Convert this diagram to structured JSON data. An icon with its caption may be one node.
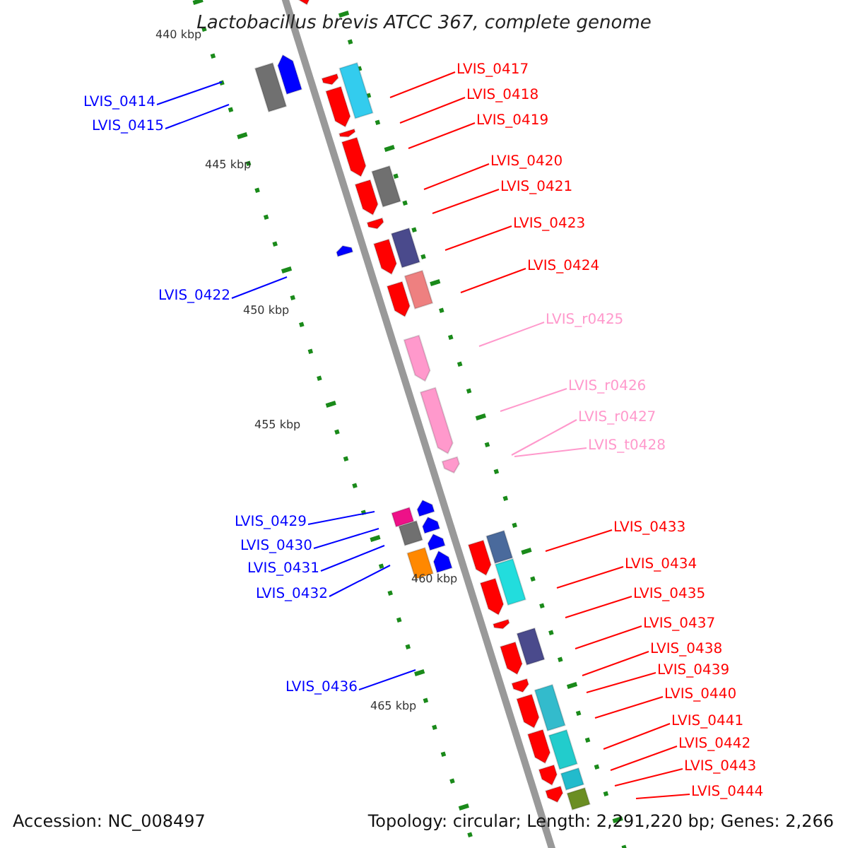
{
  "diagram": {
    "title": "Lactobacillus brevis ATCC 367, complete genome",
    "nodes": [
      {
        "text": [
          "LVIS_0414"
        ]
      },
      {
        "text": [
          "LVIS_0415"
        ]
      },
      {
        "text": [
          "LVIS_0417"
        ]
      },
      {
        "text": [
          "LVIS_0418"
        ]
      },
      {
        "text": [
          "LVIS_0419"
        ]
      },
      {
        "text": [
          "LVIS_0420"
        ]
      },
      {
        "text": [
          "LVIS_0421"
        ]
      },
      {
        "text": [
          "LVIS_0423"
        ]
      },
      {
        "text": [
          "LVIS_0424"
        ]
      },
      {
        "text": [
          "LVIS_0422"
        ]
      },
      {
        "text": [
          "LVIS_r0425"
        ]
      },
      {
        "text": [
          "LVIS_r0426"
        ]
      },
      {
        "text": [
          "LVIS_r0427"
        ]
      },
      {
        "text": [
          "LVIS_t0428"
        ]
      },
      {
        "text": [
          "LVIS_0429"
        ]
      },
      {
        "text": [
          "LVIS_0430"
        ]
      },
      {
        "text": [
          "LVIS_0431"
        ]
      },
      {
        "text": [
          "LVIS_0432"
        ]
      },
      {
        "text": [
          "LVIS_0433"
        ]
      },
      {
        "text": [
          "LVIS_0434"
        ]
      },
      {
        "text": [
          "LVIS_0435"
        ]
      },
      {
        "text": [
          "LVIS_0437"
        ]
      },
      {
        "text": [
          "LVIS_0438"
        ]
      },
      {
        "text": [
          "LVIS_0439"
        ]
      },
      {
        "text": [
          "LVIS_0436"
        ]
      },
      {
        "text": [
          "LVIS_0440"
        ]
      },
      {
        "text": [
          "LVIS_0441"
        ]
      },
      {
        "text": [
          "LVIS_0442"
        ]
      },
      {
        "text": [
          "LVIS_0443"
        ]
      },
      {
        "text": [
          "LVIS_0444"
        ]
      }
    ],
    "edges": [
      {
        "from": 0,
        "to": null,
        "arrow": "none",
        "color": "#0000ff"
      },
      {
        "from": 1,
        "to": null,
        "arrow": "none",
        "color": "#0000ff"
      },
      {
        "from": 2,
        "to": null,
        "arrow": "none"
      },
      {
        "from": 3,
        "to": null,
        "arrow": "none"
      },
      {
        "from": 4,
        "to": null,
        "arrow": "none"
      },
      {
        "from": 5,
        "to": null,
        "arrow": "none"
      },
      {
        "from": 6,
        "to": null,
        "arrow": "none"
      },
      {
        "from": 7,
        "to": null,
        "arrow": "none"
      },
      {
        "from": 8,
        "to": null,
        "arrow": "none"
      },
      {
        "from": 9,
        "to": null,
        "arrow": "none",
        "color": "#0000ff"
      },
      {
        "from": 10,
        "to": null,
        "arrow": "none",
        "color": "#ff99cc"
      },
      {
        "from": 11,
        "to": null,
        "arrow": "none",
        "color": "#ff99cc"
      },
      {
        "from": 12,
        "to": null,
        "arrow": "none",
        "color": "#ff99cc"
      },
      {
        "from": 13,
        "to": null,
        "arrow": "none",
        "color": "#ff99cc"
      },
      {
        "from": 14,
        "to": null,
        "arrow": "none",
        "color": "#0000ff"
      },
      {
        "from": 15,
        "to": null,
        "arrow": "none",
        "color": "#0000ff"
      },
      {
        "from": 16,
        "to": null,
        "arrow": "none",
        "color": "#0000ff"
      },
      {
        "from": 17,
        "to": null,
        "arrow": "none",
        "color": "#0000ff"
      },
      {
        "from": 18,
        "to": null,
        "arrow": "none"
      },
      {
        "from": 19,
        "to": null,
        "arrow": "none"
      },
      {
        "from": 20,
        "to": null,
        "arrow": "none"
      },
      {
        "from": 21,
        "to": null,
        "arrow": "none"
      },
      {
        "from": 22,
        "to": null,
        "arrow": "none"
      },
      {
        "from": 23,
        "to": null,
        "arrow": "none"
      },
      {
        "from": 24,
        "to": null,
        "arrow": "none",
        "color": "#0000ff"
      },
      {
        "from": 25,
        "to": null,
        "arrow": "none"
      },
      {
        "from": 26,
        "to": null,
        "arrow": "none"
      },
      {
        "from": 27,
        "to": null,
        "arrow": "none"
      },
      {
        "from": 28,
        "to": null,
        "arrow": "none"
      },
      {
        "from": 29,
        "to": null,
        "arrow": "none"
      }
    ],
    "labels": [
      "440 kbp",
      "445 kbp",
      "450 kbp",
      "455 kbp",
      "460 kbp",
      "465 kbp",
      "Accession: NC_008497",
      "Topology: circular; Length: 2,291,220 bp; Genes: 2,266"
    ]
  }
}
